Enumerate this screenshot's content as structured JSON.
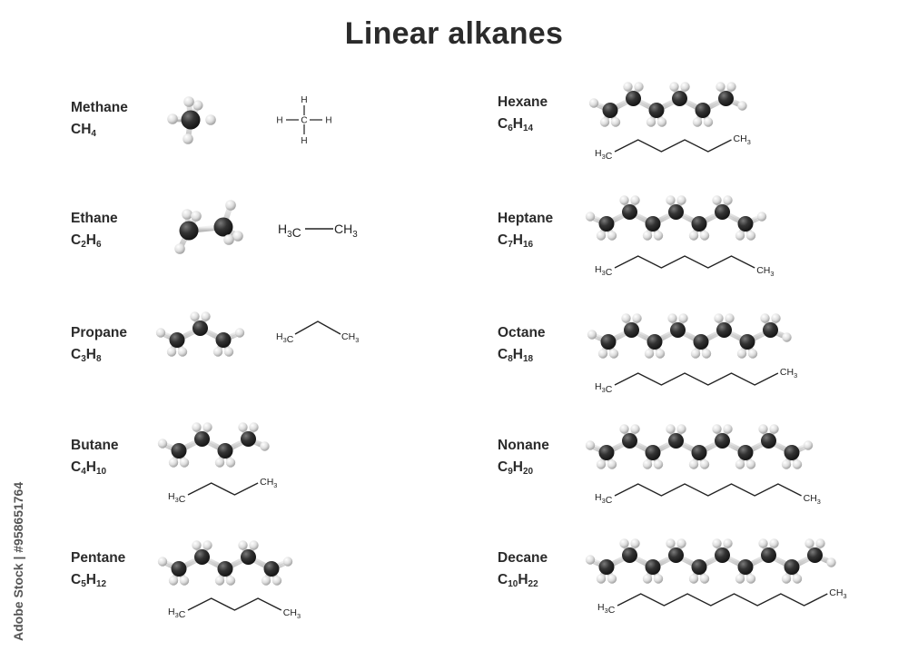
{
  "title": "Linear alkanes",
  "watermark": "Adobe Stock | #958651764",
  "structure_labels": {
    "h": "H",
    "c": "C",
    "h3c": "H3C",
    "ch3": "CH3"
  },
  "alkanes": [
    {
      "name": "Methane",
      "formula": [
        [
          "C",
          ""
        ],
        [
          "H",
          "4"
        ]
      ],
      "carbons": 1
    },
    {
      "name": "Ethane",
      "formula": [
        [
          "C",
          "2"
        ],
        [
          "H",
          "6"
        ]
      ],
      "carbons": 2
    },
    {
      "name": "Propane",
      "formula": [
        [
          "C",
          "3"
        ],
        [
          "H",
          "8"
        ]
      ],
      "carbons": 3
    },
    {
      "name": "Butane",
      "formula": [
        [
          "C",
          "4"
        ],
        [
          "H",
          "10"
        ]
      ],
      "carbons": 4
    },
    {
      "name": "Pentane",
      "formula": [
        [
          "C",
          "5"
        ],
        [
          "H",
          "12"
        ]
      ],
      "carbons": 5
    },
    {
      "name": "Hexane",
      "formula": [
        [
          "C",
          "6"
        ],
        [
          "H",
          "14"
        ]
      ],
      "carbons": 6
    },
    {
      "name": "Heptane",
      "formula": [
        [
          "C",
          "7"
        ],
        [
          "H",
          "16"
        ]
      ],
      "carbons": 7
    },
    {
      "name": "Octane",
      "formula": [
        [
          "C",
          "8"
        ],
        [
          "H",
          "18"
        ]
      ],
      "carbons": 8
    },
    {
      "name": "Nonane",
      "formula": [
        [
          "C",
          "9"
        ],
        [
          "H",
          "20"
        ]
      ],
      "carbons": 9
    },
    {
      "name": "Decane",
      "formula": [
        [
          "C",
          "10"
        ],
        [
          "H",
          "22"
        ]
      ],
      "carbons": 10
    }
  ]
}
